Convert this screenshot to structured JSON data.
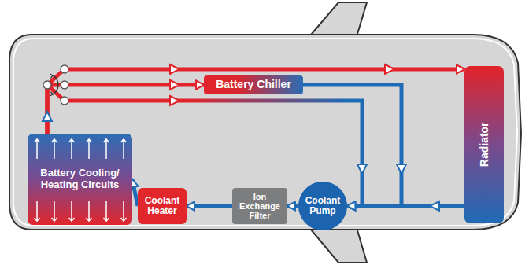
{
  "diagram": {
    "nodes": [
      {
        "text": [
          "Battery Chiller"
        ]
      },
      {
        "text": [
          "Radiator"
        ]
      },
      {
        "text": [
          "Battery Cooling/ Heating Circuits"
        ]
      },
      {
        "text": [
          "Coolant Heater"
        ]
      },
      {
        "text": [
          "Ion Exchange Filter"
        ]
      },
      {
        "text": [
          "Coolant Pump"
        ]
      }
    ],
    "edges": [
      {
        "from": 2,
        "to": 1,
        "arrow": "to"
      },
      {
        "from": 2,
        "to": 0,
        "arrow": "to"
      },
      {
        "from": 2,
        "to": 5,
        "arrow": "to"
      },
      {
        "from": 0,
        "to": 5,
        "arrow": "to"
      },
      {
        "from": 1,
        "to": 5,
        "arrow": "to"
      },
      {
        "from": 5,
        "to": 4,
        "arrow": "to"
      },
      {
        "from": 4,
        "to": 3,
        "arrow": "to"
      },
      {
        "from": 3,
        "to": 2,
        "arrow": "to"
      }
    ]
  }
}
